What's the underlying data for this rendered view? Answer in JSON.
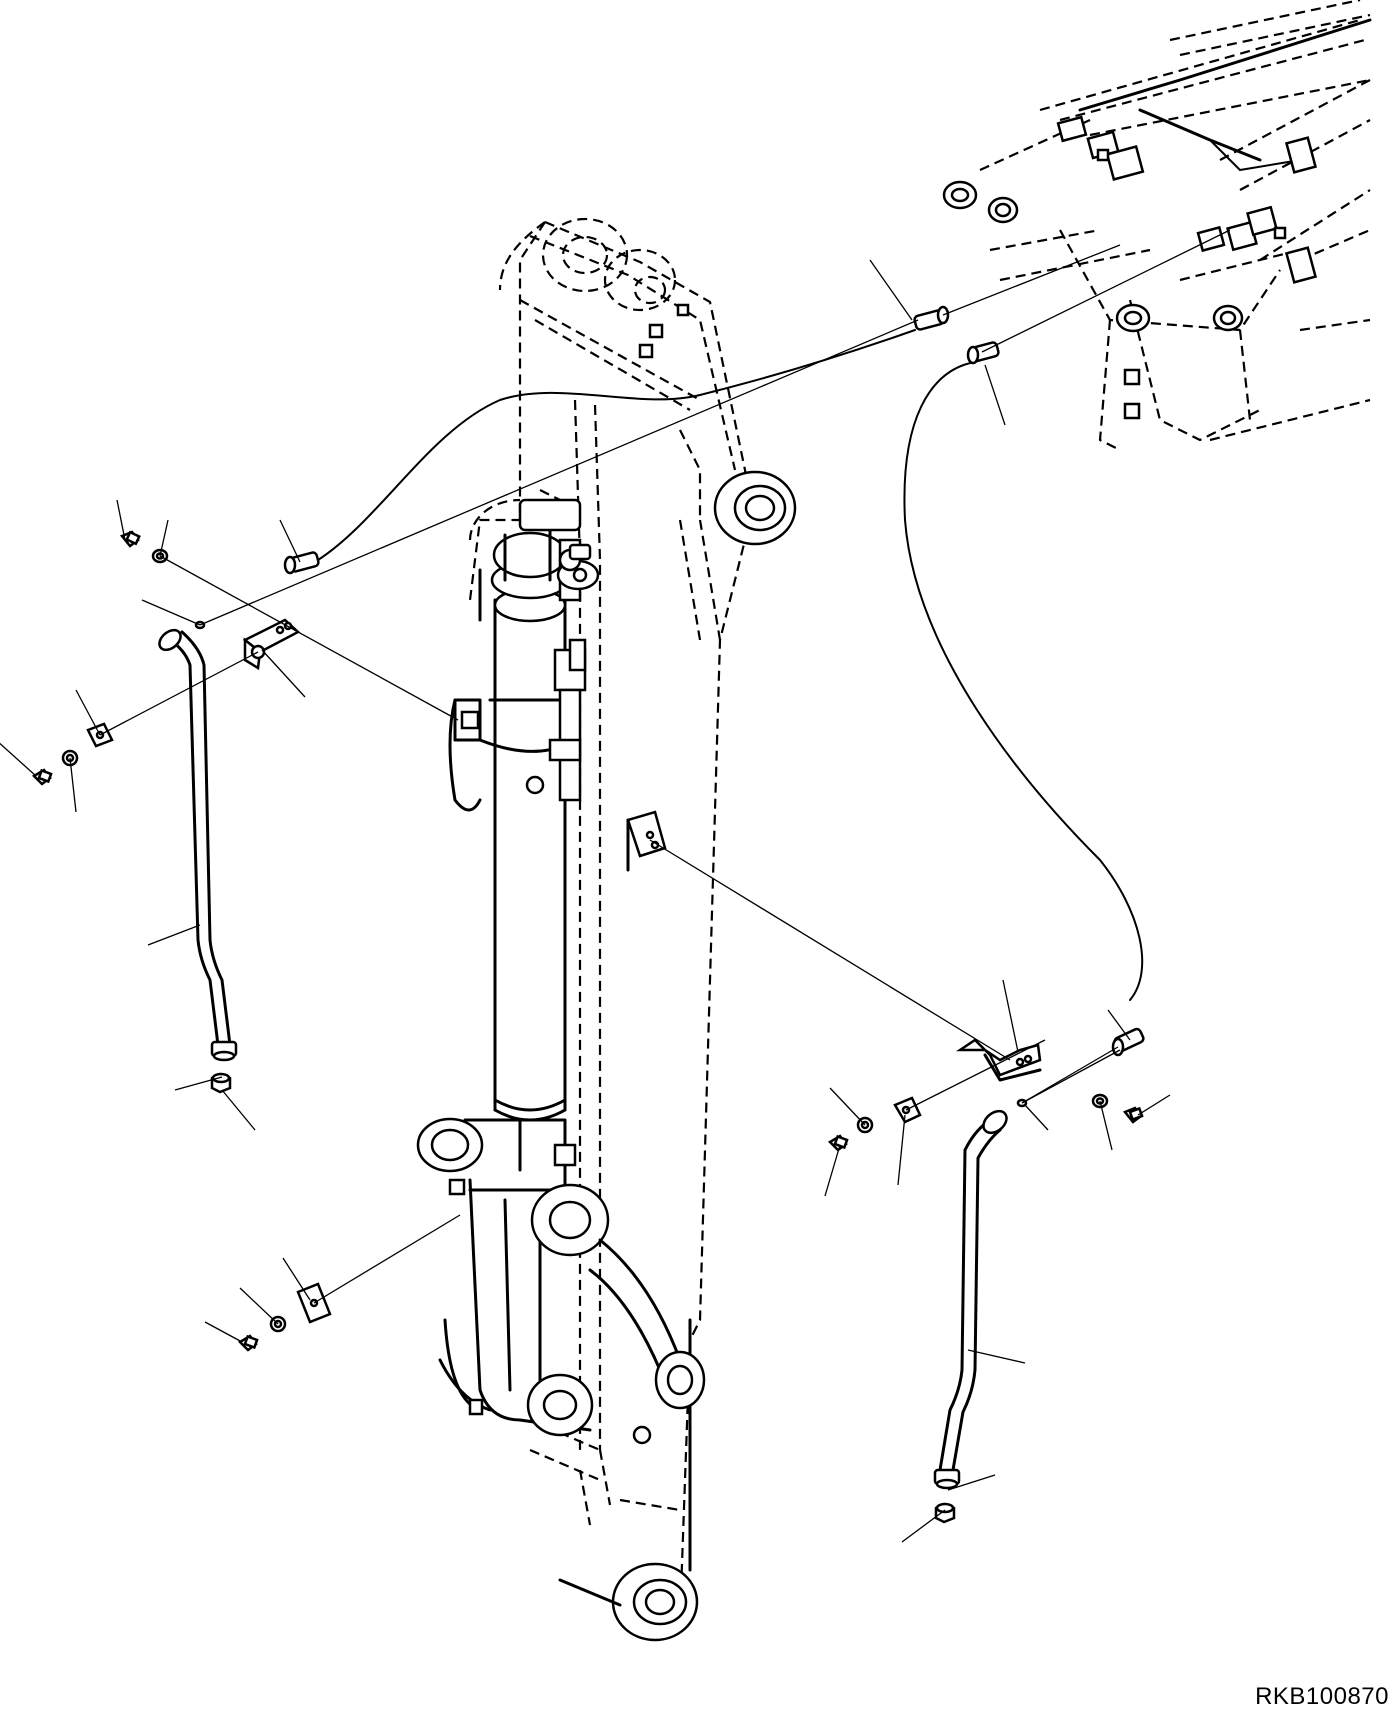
{
  "drawing_code": "RKB100870",
  "icons": [
    "boom-arm-assembly",
    "hydraulic-hose",
    "tube",
    "clamp",
    "bolt",
    "washer",
    "nut",
    "o-ring"
  ]
}
